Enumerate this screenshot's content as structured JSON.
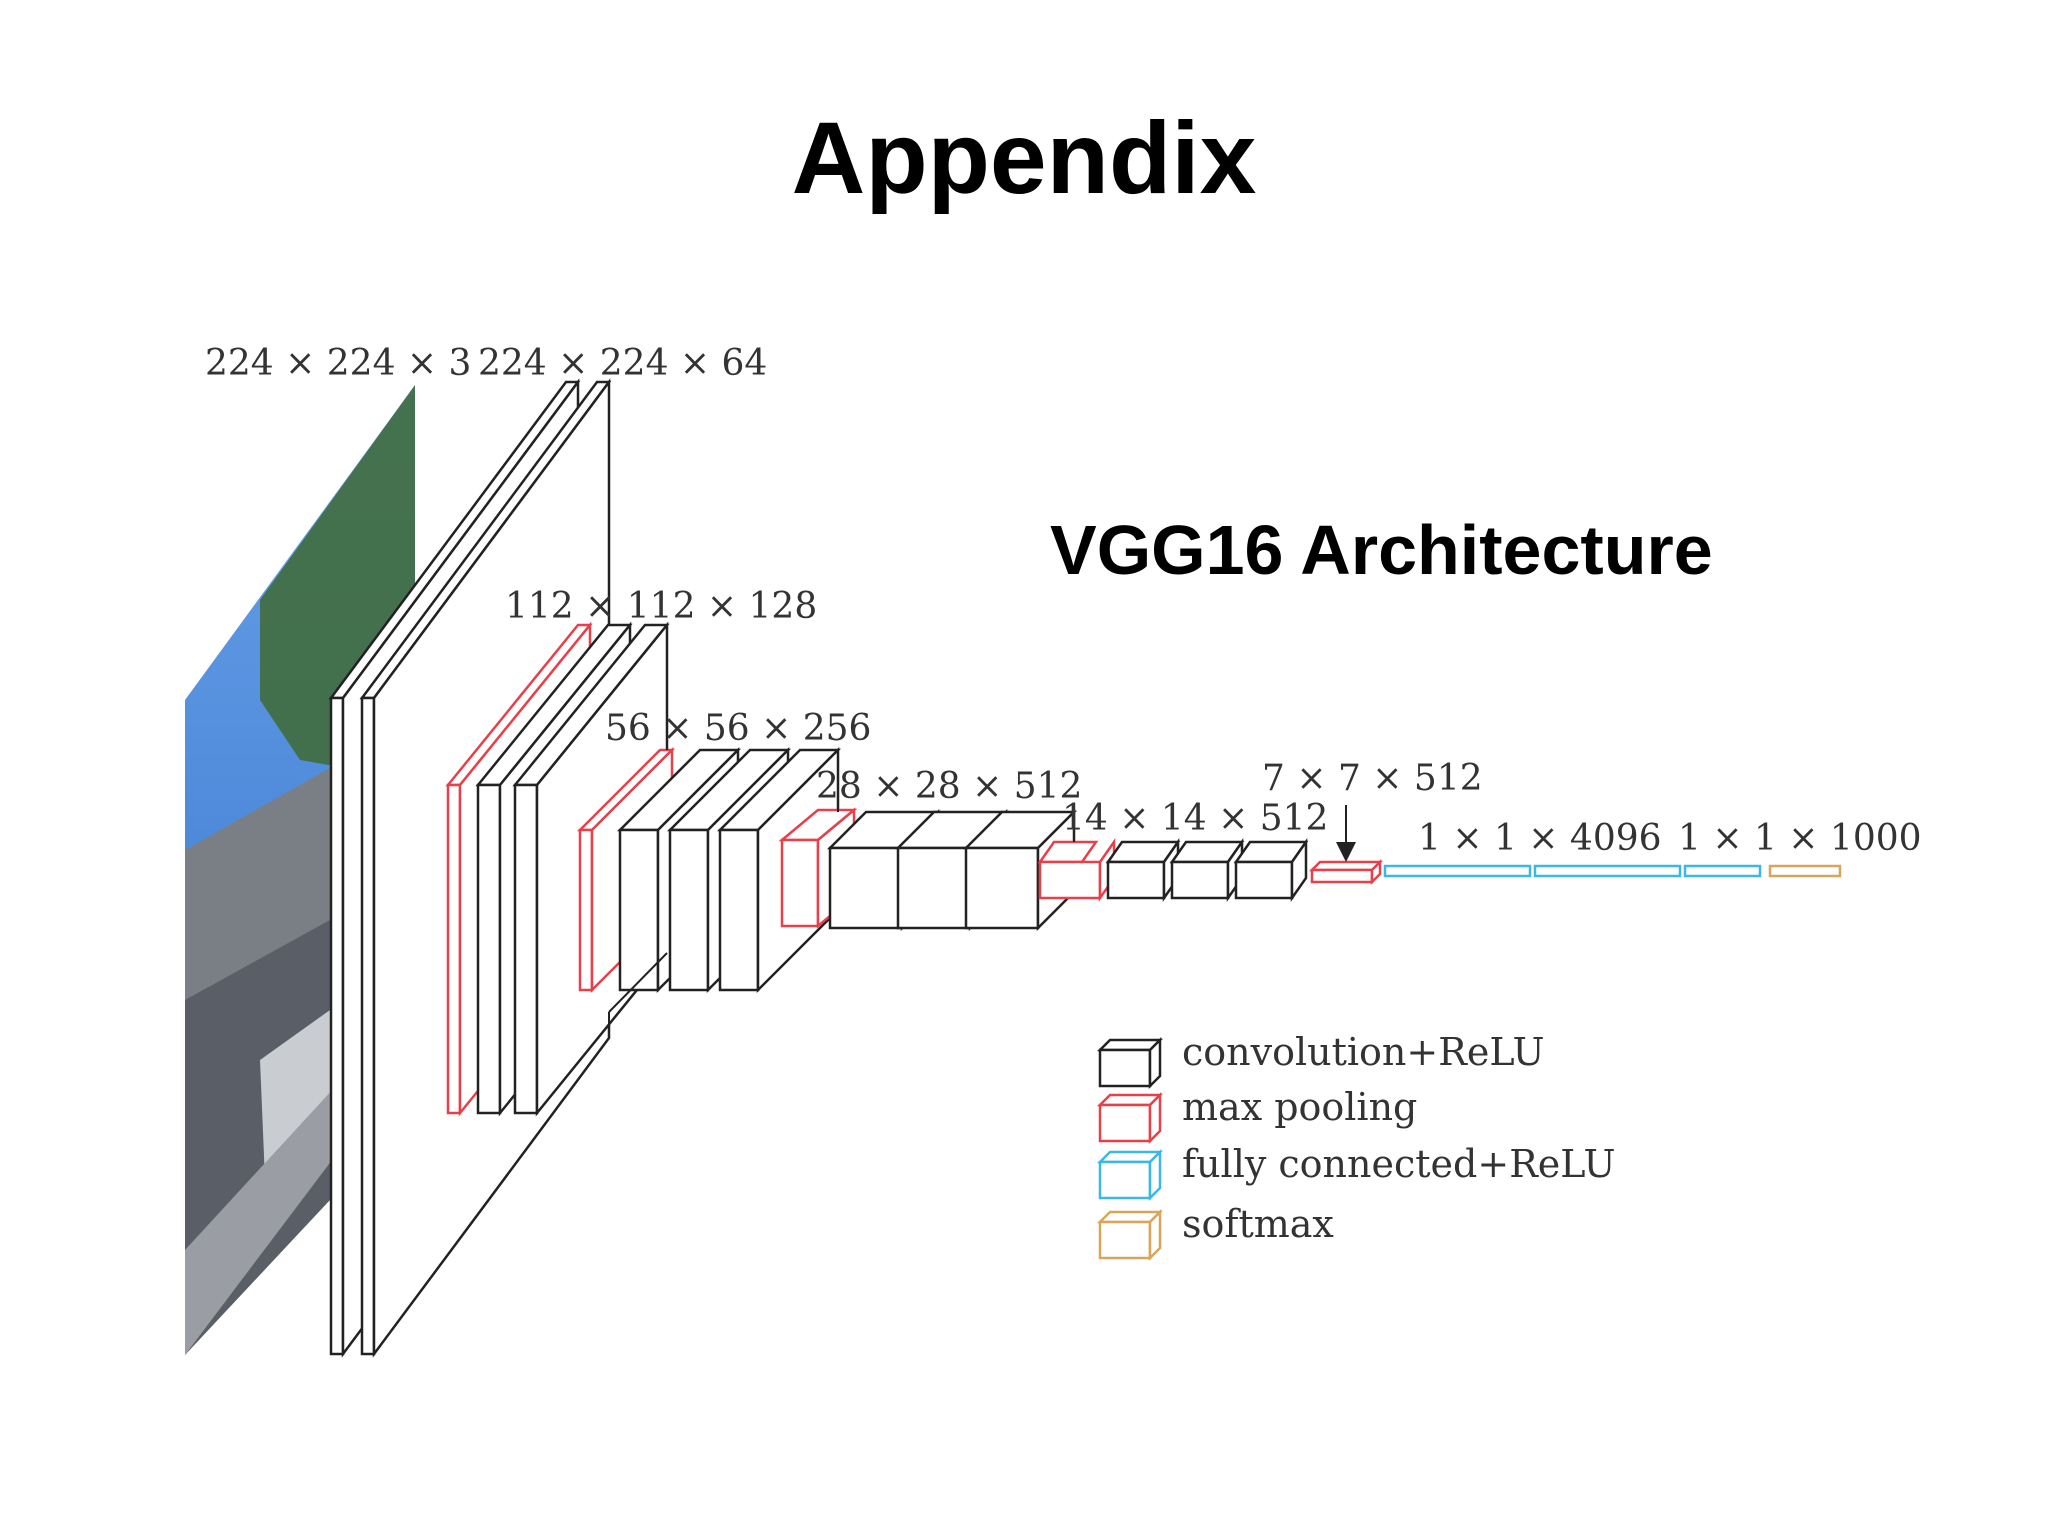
{
  "slide": {
    "title": "Appendix",
    "subtitle": "VGG16 Architecture"
  },
  "dimension_labels": [
    "224 × 224 × 3",
    "224 × 224 × 64",
    "112 × 112 × 128",
    "56 × 56 × 256",
    "28 × 28 × 512",
    "14 × 14 × 512",
    "7 × 7 × 512",
    "1 × 1 × 4096",
    "1 × 1 × 1000"
  ],
  "legend": [
    {
      "label": "convolution+ReLU",
      "color": "#222222"
    },
    {
      "label": "max pooling",
      "color": "#e8404a"
    },
    {
      "label": "fully connected+ReLU",
      "color": "#3cb8e6"
    },
    {
      "label": "softmax",
      "color": "#d9a55a"
    }
  ],
  "colors": {
    "conv": "#222222",
    "pool": "#e8404a",
    "fc": "#3cb8e6",
    "softmax": "#d9a55a",
    "sky": "#4f8fe0"
  }
}
